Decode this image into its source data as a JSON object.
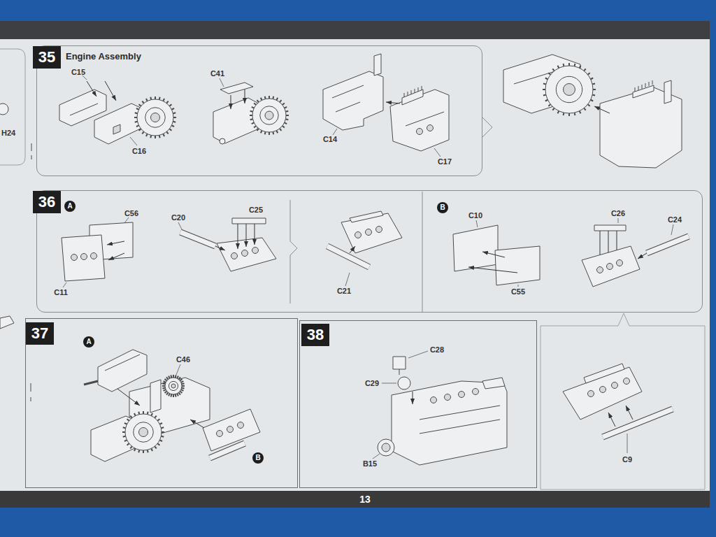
{
  "diagram": {
    "nodes": [
      {
        "text": [
          "35",
          "Engine Assembly"
        ]
      },
      {
        "text": [
          "36"
        ]
      },
      {
        "text": [
          "A"
        ],
        "in": 1
      },
      {
        "text": [
          "B"
        ],
        "in": 1
      },
      {
        "text": [
          "37"
        ]
      },
      {
        "text": [
          "A"
        ],
        "in": 4
      },
      {
        "text": [
          "B"
        ],
        "in": 4
      },
      {
        "text": [
          "38"
        ]
      }
    ],
    "labels": [
      "H24",
      "C15",
      "C16",
      "C41",
      "C14",
      "C17",
      "C56",
      "C20",
      "C25",
      "C11",
      "C21",
      "C10",
      "C26",
      "C24",
      "C55",
      "C46",
      "C28",
      "C29",
      "B15",
      "C9",
      "13"
    ]
  }
}
